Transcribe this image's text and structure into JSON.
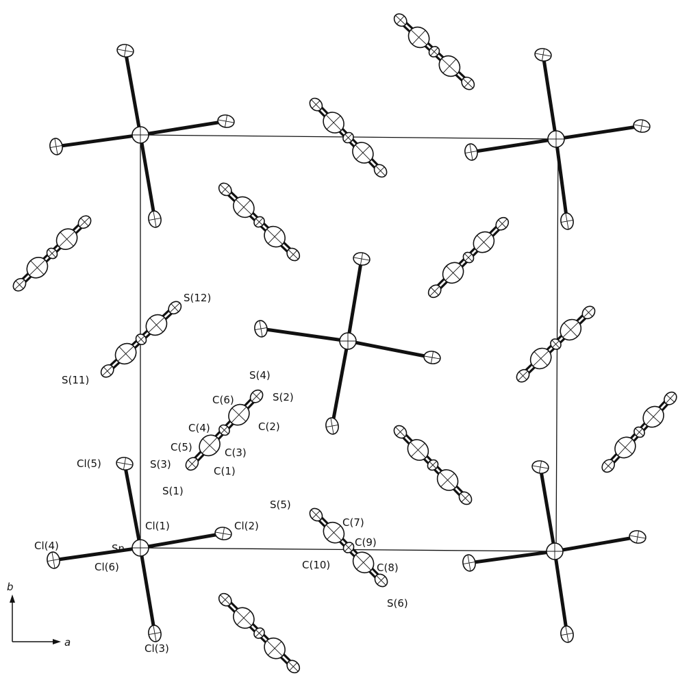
{
  "diagram": {
    "axes": {
      "b_label": "b",
      "a_label": "a"
    },
    "labels": {
      "sn": "Sn",
      "cl1": "Cl(1)",
      "cl2": "Cl(2)",
      "cl3": "Cl(3)",
      "cl4": "Cl(4)",
      "cl5": "Cl(5)",
      "cl6": "Cl(6)",
      "s1": "S(1)",
      "s2": "S(2)",
      "s3": "S(3)",
      "s4": "S(4)",
      "s5": "S(5)",
      "s6": "S(6)",
      "s11": "S(11)",
      "s12": "S(12)",
      "c1": "C(1)",
      "c2": "C(2)",
      "c3": "C(3)",
      "c4": "C(4)",
      "c5": "C(5)",
      "c6": "C(6)",
      "c7": "C(7)",
      "c8": "C(8)",
      "c9": "C(9)",
      "c10": "C(10)"
    },
    "colors": {
      "ink": "#111111",
      "background": "#ffffff"
    }
  }
}
